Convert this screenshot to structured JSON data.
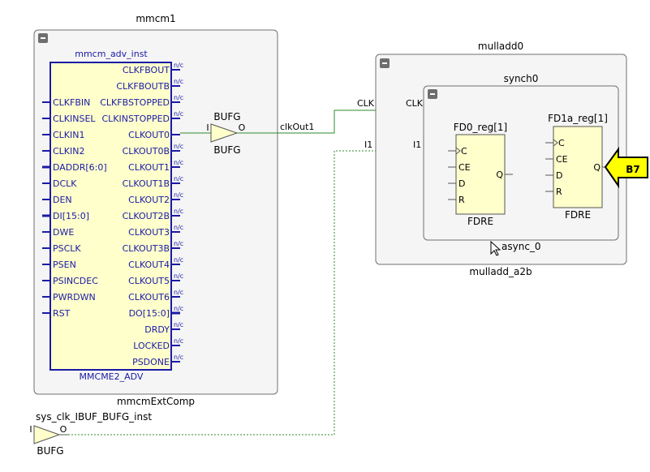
{
  "mmcm1": {
    "name": "mmcm1",
    "instance": "mmcm_adv_inst",
    "primitive": "MMCME2_ADV",
    "ref": "mmcmExtComp",
    "left_pins": [
      "CLKFBIN",
      "CLKINSEL",
      "CLKIN1",
      "CLKIN2",
      "DADDR[6:0]",
      "DCLK",
      "DEN",
      "DI[15:0]",
      "DWE",
      "PSCLK",
      "PSEN",
      "PSINCDEC",
      "PWRDWN",
      "RST"
    ],
    "right_pins": [
      "CLKFBOUT",
      "CLKFBOUTB",
      "CLKFBSTOPPED",
      "CLKINSTOPPED",
      "CLKOUT0",
      "CLKOUT0B",
      "CLKOUT1",
      "CLKOUT1B",
      "CLKOUT2",
      "CLKOUT2B",
      "CLKOUT3",
      "CLKOUT3B",
      "CLKOUT4",
      "CLKOUT5",
      "CLKOUT6",
      "DO[15:0]",
      "DRDY",
      "LOCKED",
      "PSDONE"
    ],
    "nc": "n/c"
  },
  "bufg_main": {
    "top": "BUFG",
    "bottom": "BUFG",
    "in": "I",
    "out": "O"
  },
  "net_clkout": "clkOut1",
  "mulladd0": {
    "name": "mulladd0",
    "ref": "mulladd_a2b",
    "port_clk": "CLK",
    "port_i1": "I1"
  },
  "synch0": {
    "name": "synch0",
    "ref": "async_0",
    "port_clk": "CLK",
    "port_i1": "I1"
  },
  "fd0": {
    "name": "FD0_reg[1]",
    "type": "FDRE",
    "pins": [
      "C",
      "CE",
      "D",
      "R"
    ],
    "q": "Q"
  },
  "fd1a": {
    "name": "FD1a_reg[1]",
    "type": "FDRE",
    "pins": [
      "C",
      "CE",
      "D",
      "R"
    ],
    "q": "Q"
  },
  "marker": "B7",
  "sys_bufg": {
    "name": "sys_clk_IBUF_BUFG_inst",
    "type": "BUFG",
    "in": "I",
    "out": "O"
  },
  "colors": {
    "hier_border": "#707070",
    "hier_fill": "#f5f5f5",
    "prim_fill": "#ffffcc",
    "prim_border": "#1a1aa6",
    "net_green": "#2e8b2e",
    "marker_fill": "#ffff00"
  }
}
